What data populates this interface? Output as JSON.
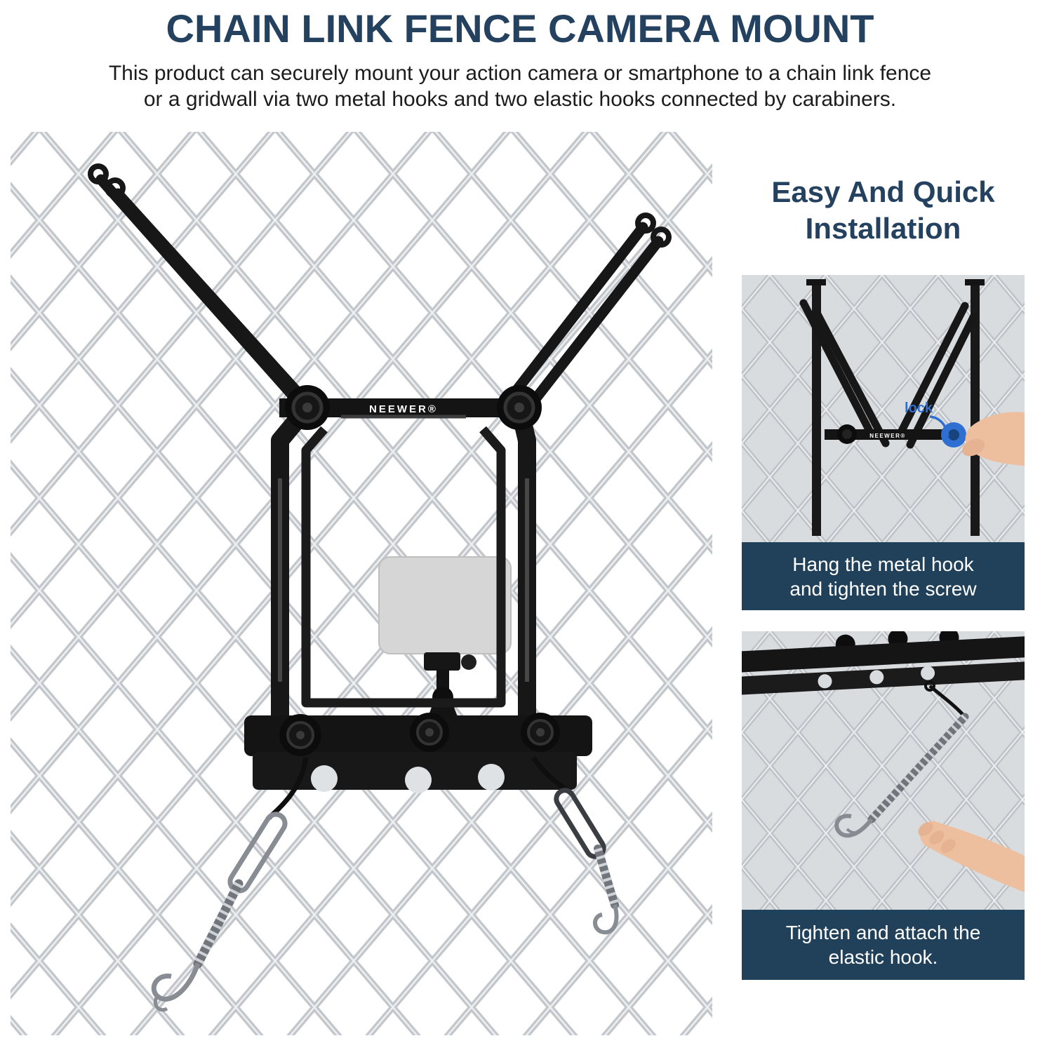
{
  "header": {
    "title": "CHAIN LINK FENCE CAMERA MOUNT",
    "subtitle_line1": "This product can securely mount your action camera or smartphone to a chain link fence",
    "subtitle_line2": "or a gridwall via two metal hooks and two elastic hooks connected by carabiners."
  },
  "product": {
    "brand": "NEEWER®",
    "brand_small": "NEEWER®"
  },
  "sidebar": {
    "heading_line1": "Easy And Quick",
    "heading_line2": "Installation",
    "panels": [
      {
        "annotation": "lock",
        "caption_line1": "Hang the metal hook",
        "caption_line2": "and tighten the screw"
      },
      {
        "caption_line1": "Tighten and attach the",
        "caption_line2": "elastic hook."
      }
    ]
  },
  "colors": {
    "heading_navy": "#24425f",
    "caption_bg": "#214059",
    "annotation_blue": "#2e6fd1",
    "fence_wire": "#c3c7cc",
    "mount_black": "#151515"
  }
}
